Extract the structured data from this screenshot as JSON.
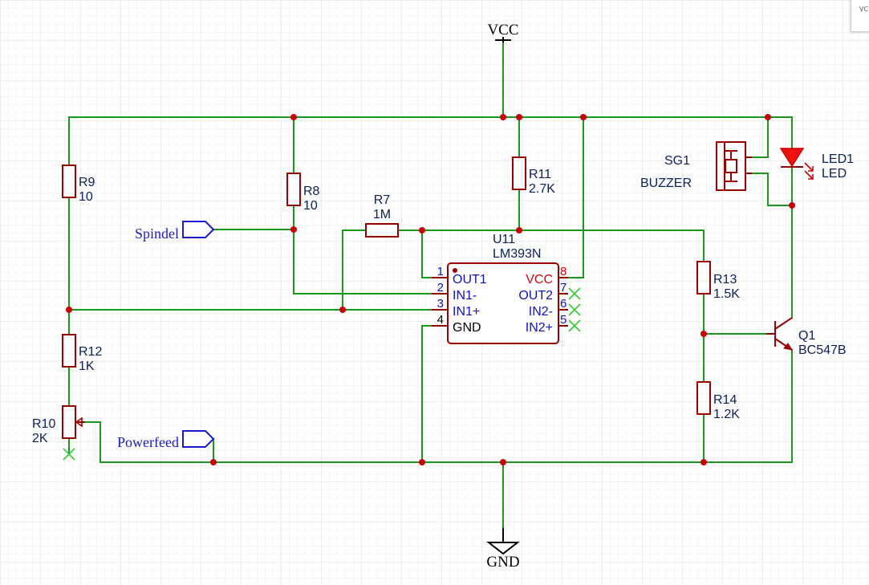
{
  "power": {
    "vcc": "VCC",
    "gnd": "GND"
  },
  "ports": {
    "spindel": "Spindel",
    "powerfeed": "Powerfeed"
  },
  "components": {
    "r9": {
      "ref": "R9",
      "value": "10"
    },
    "r8": {
      "ref": "R8",
      "value": "10"
    },
    "r7": {
      "ref": "R7",
      "value": "1M"
    },
    "r11": {
      "ref": "R11",
      "value": "2.7K"
    },
    "r12": {
      "ref": "R12",
      "value": "1K"
    },
    "r10": {
      "ref": "R10",
      "value": "2K"
    },
    "r13": {
      "ref": "R13",
      "value": "1.5K"
    },
    "r14": {
      "ref": "R14",
      "value": "1.2K"
    },
    "q1": {
      "ref": "Q1",
      "value": "BC547B"
    },
    "sg1": {
      "ref": "SG1",
      "value": "BUZZER"
    },
    "led1": {
      "ref": "LED1",
      "value": "LED"
    },
    "u11": {
      "ref": "U11",
      "value": "LM393N",
      "pins": {
        "p1": {
          "num": "1",
          "name": "OUT1"
        },
        "p2": {
          "num": "2",
          "name": "IN1-"
        },
        "p3": {
          "num": "3",
          "name": "IN1+"
        },
        "p4": {
          "num": "4",
          "name": "GND"
        },
        "p5": {
          "num": "5",
          "name": "IN2+"
        },
        "p6": {
          "num": "6",
          "name": "IN2-"
        },
        "p7": {
          "num": "7",
          "name": "OUT2"
        },
        "p8": {
          "num": "8",
          "name": "VCC"
        }
      }
    }
  },
  "corner_tab": "VC T",
  "colors": {
    "wire": "#1a9a1a",
    "component": "#990000",
    "junction": "#cc0000",
    "pin_text": "#1010cc",
    "port": "#1a1acc"
  }
}
